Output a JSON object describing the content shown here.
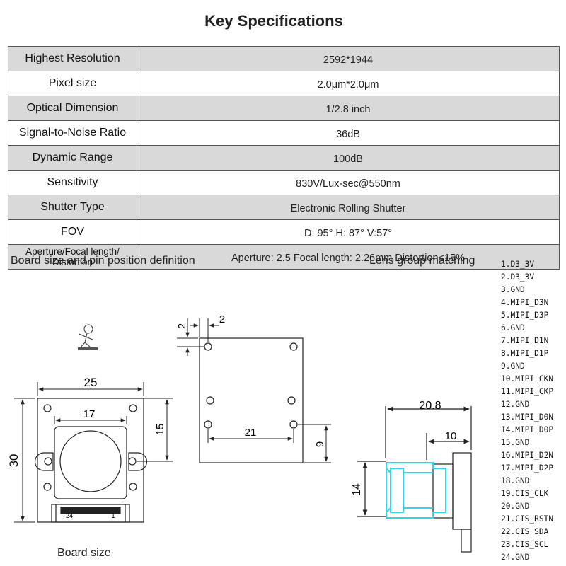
{
  "title": "Key Specifications",
  "specs": [
    {
      "label": "Highest Resolution",
      "value": "2592*1944"
    },
    {
      "label": "Pixel size",
      "value": "2.0μm*2.0μm"
    },
    {
      "label": "Optical Dimension",
      "value": "1/2.8 inch"
    },
    {
      "label": "Signal-to-Noise Ratio",
      "value": "36dB"
    },
    {
      "label": "Dynamic Range",
      "value": "100dB"
    },
    {
      "label": "Sensitivity",
      "value": "830V/Lux-sec@550nm"
    },
    {
      "label": "Shutter Type",
      "value": "Electronic Rolling Shutter"
    },
    {
      "label": "FOV",
      "value": "D: 95°  H: 87°  V:57°"
    },
    {
      "label": "Aperture/Focal length/ Distortion",
      "value": "Aperture: 2.5  Focal length: 2.26mm  Distortion<15%"
    }
  ],
  "captions": {
    "board_heading": "Board size and pin position definition",
    "lens_heading": "Lens group matching",
    "board_size": "Board size"
  },
  "dimensions": {
    "board_width": "25",
    "board_height": "30",
    "lens_hole": "17",
    "hole_offset": "15",
    "connector_pin_24": "24",
    "connector_pin_1": "1",
    "hole_top_offset": "2",
    "hole_left_offset": "2",
    "hole_spacing": "21",
    "hole_bottom_offset": "9",
    "lens_total_length": "20.8",
    "lens_body_length": "10",
    "lens_diameter": "14"
  },
  "pins": [
    "1.D3_3V",
    "2.D3_3V",
    "3.GND",
    "4.MIPI_D3N",
    "5.MIPI_D3P",
    "6.GND",
    "7.MIPI_D1N",
    "8.MIPI_D1P",
    "9.GND",
    "10.MIPI_CKN",
    "11.MIPI_CKP",
    "12.GND",
    "13.MIPI_D0N",
    "14.MIPI_D0P",
    "15.GND",
    "16.MIPI_D2N",
    "17.MIPI_D2P",
    "18.GND",
    "19.CIS_CLK",
    "20.GND",
    "21.CIS_RSTN",
    "22.CIS_SDA",
    "23.CIS_SCL",
    "24.GND"
  ],
  "colors": {
    "table_shade": "#d9d9d9",
    "lens_highlight": "#33d6e6",
    "line": "#222222"
  }
}
